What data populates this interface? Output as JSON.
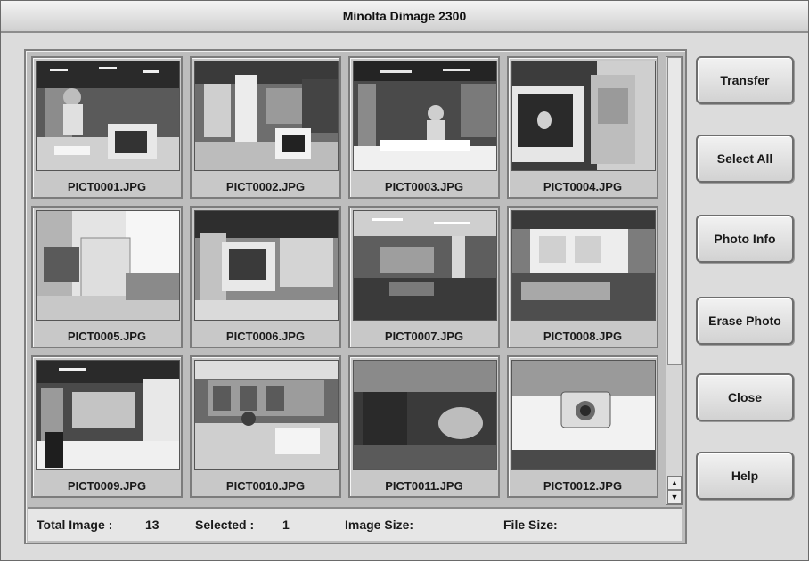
{
  "window": {
    "title": "Minolta Dimage 2300"
  },
  "thumbnails": [
    {
      "filename": "PICT0001.JPG"
    },
    {
      "filename": "PICT0002.JPG"
    },
    {
      "filename": "PICT0003.JPG"
    },
    {
      "filename": "PICT0004.JPG"
    },
    {
      "filename": "PICT0005.JPG"
    },
    {
      "filename": "PICT0006.JPG"
    },
    {
      "filename": "PICT0007.JPG"
    },
    {
      "filename": "PICT0008.JPG"
    },
    {
      "filename": "PICT0009.JPG"
    },
    {
      "filename": "PICT0010.JPG"
    },
    {
      "filename": "PICT0011.JPG"
    },
    {
      "filename": "PICT0012.JPG"
    }
  ],
  "buttons": {
    "transfer": "Transfer",
    "select_all": "Select All",
    "photo_info": "Photo Info",
    "erase_photo": "Erase Photo",
    "close": "Close",
    "help": "Help"
  },
  "status": {
    "total_label": "Total Image :",
    "total_value": "13",
    "selected_label": "Selected :",
    "selected_value": "1",
    "image_size_label": "Image Size:",
    "file_size_label": "File Size:"
  },
  "icons": {
    "scroll_up": "scroll-up-arrow-icon",
    "scroll_down": "scroll-down-arrow-icon"
  }
}
